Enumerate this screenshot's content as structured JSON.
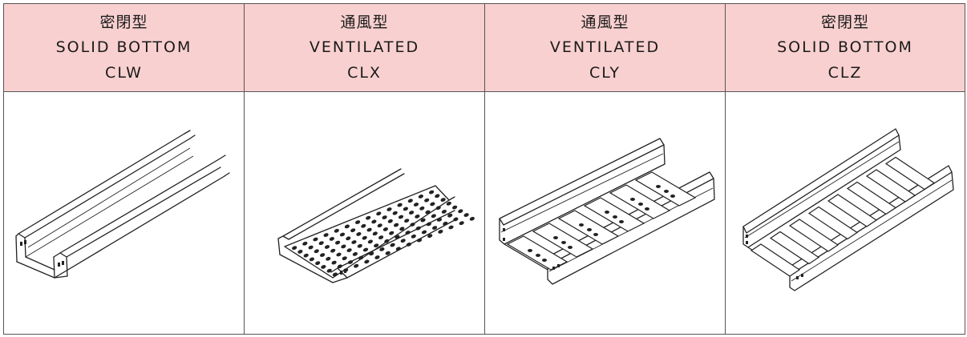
{
  "columns": [
    {
      "jp": "密閉型",
      "type": "SOLID BOTTOM",
      "code": "CLW",
      "icon": "solid-bottom-cable-tray-icon"
    },
    {
      "jp": "通風型",
      "type": "VENTILATED",
      "code": "CLX",
      "icon": "perforated-cable-tray-icon"
    },
    {
      "jp": "通風型",
      "type": "VENTILATED",
      "code": "CLY",
      "icon": "ventilated-trough-cable-tray-icon"
    },
    {
      "jp": "密閉型",
      "type": "SOLID BOTTOM",
      "code": "CLZ",
      "icon": "ladder-cable-tray-icon"
    }
  ],
  "colors": {
    "header_bg": "#f9d0d0",
    "border": "#555555",
    "text": "#1a1a1a"
  }
}
